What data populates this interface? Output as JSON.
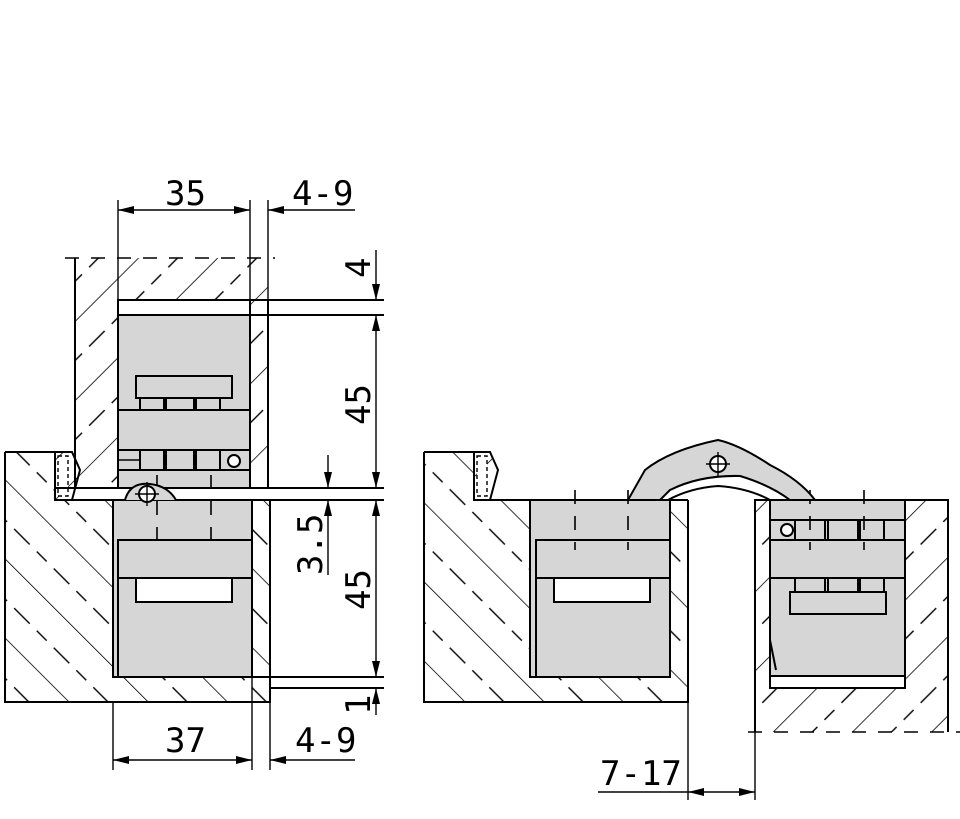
{
  "dimensions": {
    "left_top_width": "35",
    "left_top_gap": "4-9",
    "right_top_4": "4",
    "right_upper_45": "45",
    "right_gap": "3.5",
    "right_lower_45": "45",
    "right_bottom_1": "1",
    "left_bottom_width": "37",
    "left_bottom_gap": "4-9",
    "open_gap": "7-17"
  }
}
